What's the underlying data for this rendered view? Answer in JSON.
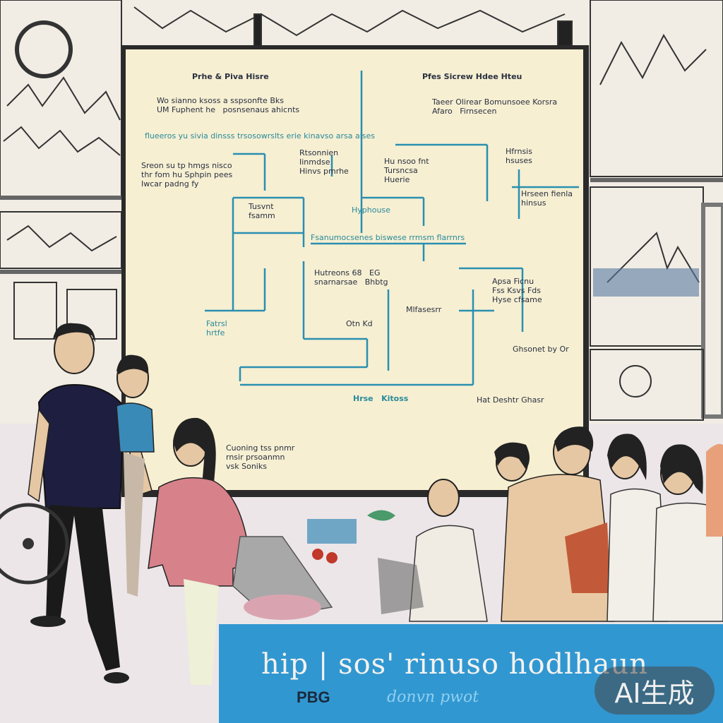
{
  "board": {
    "header_left": "Prhe & Piva Hisre",
    "header_right": "Pfes Sicrew Hdee Hteu",
    "blocks": [
      "Wo sianno ksoss a sspsonfte Bks\nUM Fuphent he   posnsenaus ahicnts",
      "Taeer Olirear Bomunsoee Korsra\nAfaro   Firnsecen",
      "flueeros yu sivia dinsss trsosowrslts erie kinavso arsa alses",
      "Sreon su tp hmgs nisco\nthr fom hu Sphpin pees\nIwcar padng fy",
      "Rtsonnien\nIinmdse\nHinvs pmrhe",
      "Hu nsoo fnt\nTursncsa\nHuerie",
      "Hfrnsis\nhsuses",
      "Hrseen fienla\nhinsus",
      "Tusvnt\nfsamm",
      "Hyphouse",
      "Fsanumocsenes biswese rrmsm flarrnrs",
      "Hutreons 68   EG\nsnarnarsae   Bhbtg",
      "Apsa Ficnu\nFss Ksvs Fds\nHyse cfsame",
      "Fatrsl\nhrtfe",
      "Otn Kd",
      "Mlfasesrr",
      "Hrse   Kitoss",
      "Ghsonet by Or",
      "Cuoning tss pnmr\nrnsir prsoanmn\nvsk Soniks",
      "Hat Deshtr Ghasr"
    ]
  },
  "banner": {
    "title": "hip | sos' rinuso hodlhaun",
    "subtitle": "PBG",
    "scribble": "donvn pwot"
  },
  "badge": {
    "text": "AI生成"
  }
}
